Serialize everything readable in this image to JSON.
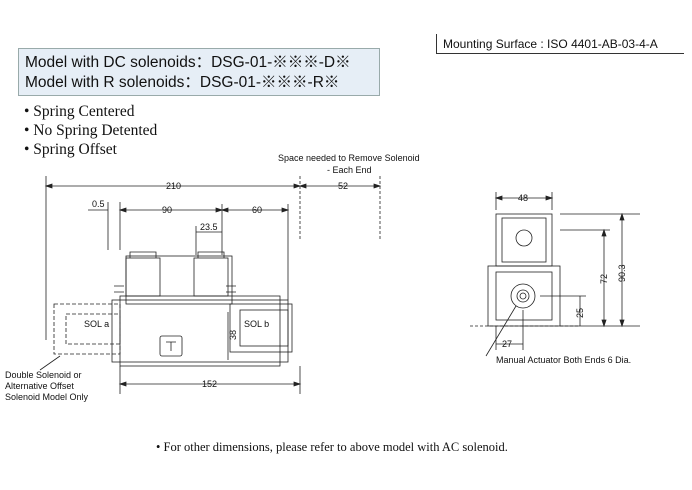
{
  "mounting_surface": "Mounting Surface : ISO 4401-AB-03-4-A",
  "models": {
    "dc": "Model with DC solenoids：DSG-01-※※※-D※",
    "r": "Model with R solenoids：DSG-01-※※※-R※"
  },
  "bullets": [
    "• Spring Centered",
    "• No Spring Detented",
    "• Spring Offset"
  ],
  "labels": {
    "space_line1": "Space needed to Remove Solenoid",
    "space_line2": "- Each End",
    "double_line1": "Double Solenoid or",
    "double_line2": "Alternative Offset",
    "double_line3": "Solenoid Model Only",
    "manual": "Manual Actuator Both Ends 6 Dia.",
    "sol_a": "SOL a",
    "sol_b": "SOL b"
  },
  "dimensions": {
    "d210": "210",
    "d52": "52",
    "d05": "0.5",
    "d90": "90",
    "d60": "60",
    "d235": "23.5",
    "d38": "38",
    "d152": "152",
    "d48": "48",
    "d72": "72",
    "d903": "90.3",
    "d25": "25",
    "d27": "27"
  },
  "footnote": "• For other dimensions, please refer to above model with AC solenoid.",
  "colors": {
    "model_box": "#e6eef6",
    "line": "#222222"
  }
}
